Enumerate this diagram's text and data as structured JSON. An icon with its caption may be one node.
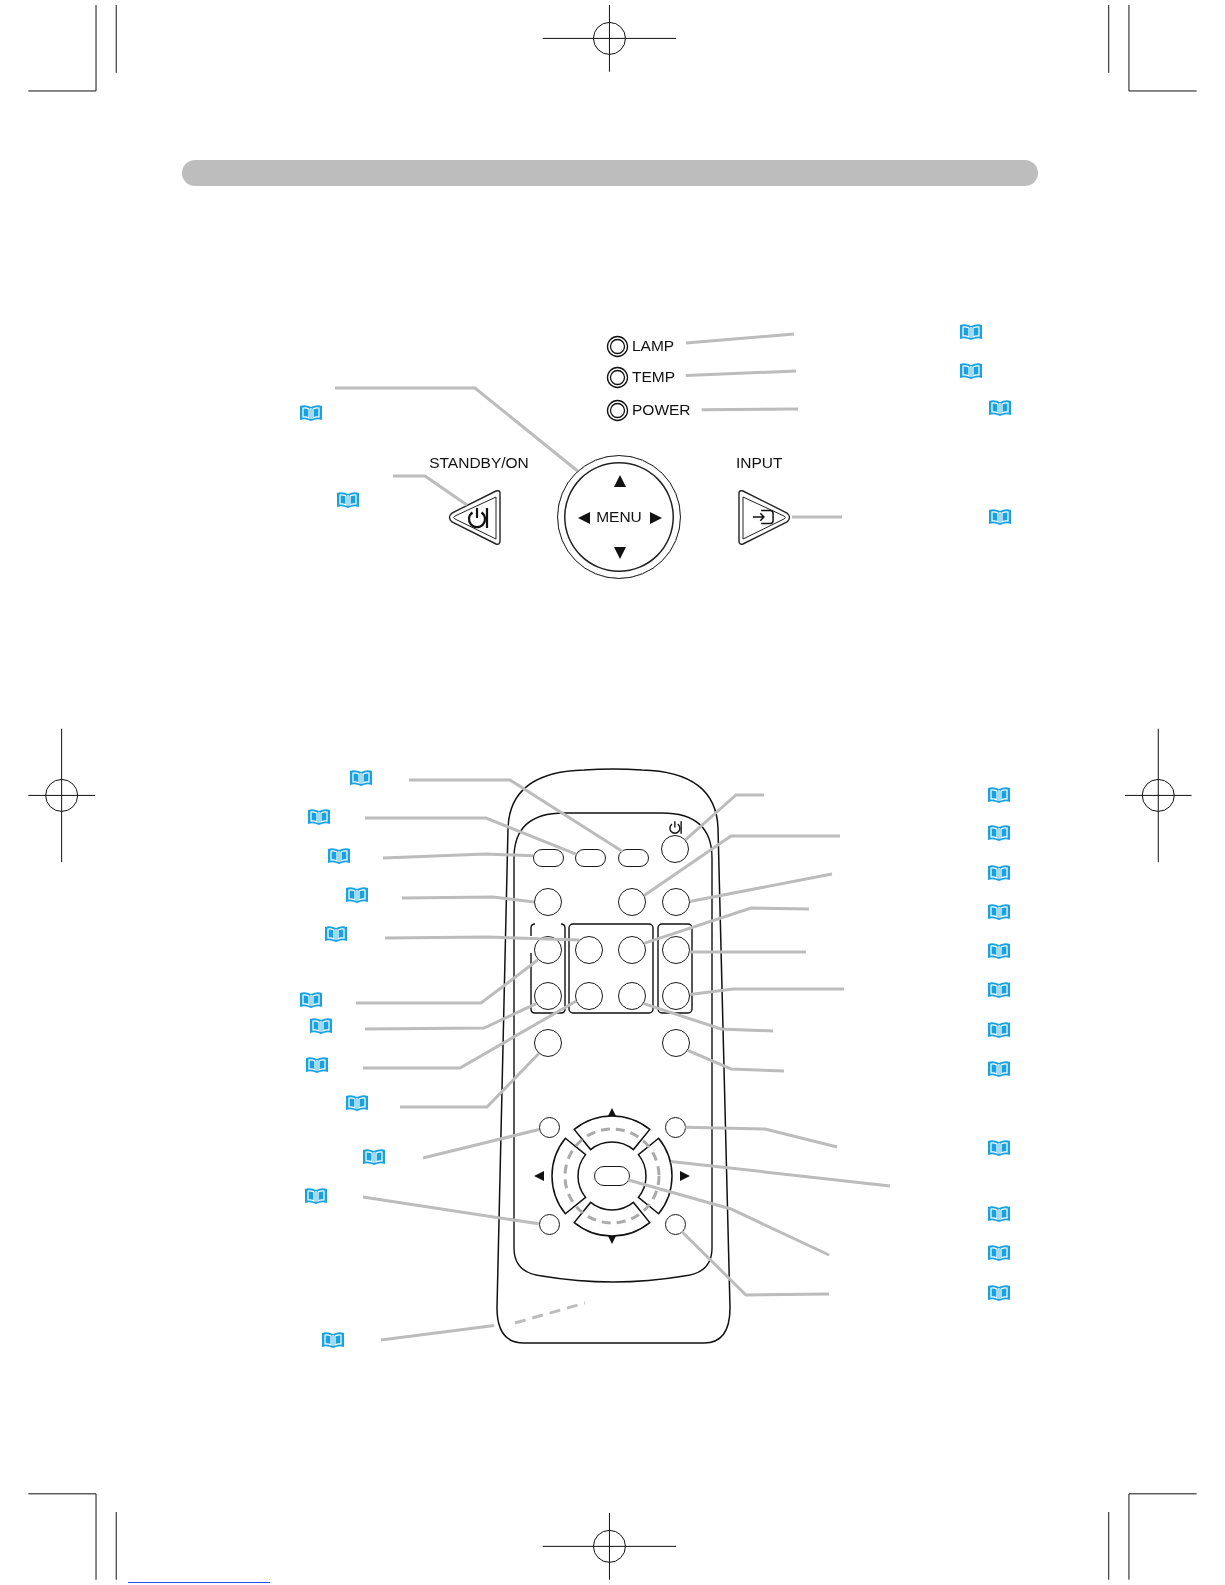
{
  "diagram": {
    "nodes": [
      {
        "text": [
          "LAMP"
        ]
      },
      {
        "text": [
          "TEMP"
        ]
      },
      {
        "text": [
          "POWER"
        ]
      },
      {
        "text": [
          "STANDBY/ON"
        ]
      },
      {
        "text": [
          "MENU"
        ]
      },
      {
        "text": [
          "INPUT"
        ]
      },
      {
        "text": [],
        "shape": "box"
      },
      {
        "text": [],
        "shape": "oval",
        "in": 6
      },
      {
        "text": [],
        "shape": "oval",
        "in": 6
      },
      {
        "text": [],
        "shape": "oval",
        "in": 6
      },
      {
        "text": [],
        "shape": "circle",
        "in": 6
      },
      {
        "text": [],
        "shape": "circle",
        "in": 6
      },
      {
        "text": [],
        "shape": "circle",
        "in": 6
      },
      {
        "text": [],
        "shape": "circle",
        "in": 6
      },
      {
        "text": [],
        "shape": "circle",
        "in": 6
      },
      {
        "text": [],
        "shape": "circle",
        "in": 6
      },
      {
        "text": [],
        "shape": "circle",
        "in": 6
      },
      {
        "text": [],
        "shape": "circle",
        "in": 6
      },
      {
        "text": [],
        "shape": "circle",
        "in": 6
      },
      {
        "text": [],
        "shape": "circle",
        "in": 6
      },
      {
        "text": [],
        "shape": "circle",
        "in": 6
      },
      {
        "text": [],
        "shape": "circle",
        "in": 6
      },
      {
        "text": [],
        "shape": "circle",
        "in": 6
      },
      {
        "text": [],
        "shape": "circle",
        "in": 6
      },
      {
        "text": [],
        "shape": "circle",
        "in": 6
      },
      {
        "text": [],
        "shape": "circle",
        "in": 6
      },
      {
        "text": [],
        "shape": "circle",
        "in": 6
      },
      {
        "text": [],
        "shape": "oval",
        "in": 26
      },
      {
        "text": [],
        "shape": "circle",
        "in": 6
      },
      {
        "text": [],
        "shape": "circle",
        "in": 6
      }
    ],
    "edges": [
      {
        "from": 0,
        "to": null,
        "arrow": "none"
      },
      {
        "from": 1,
        "to": null,
        "arrow": "none"
      },
      {
        "from": 2,
        "to": null,
        "arrow": "none"
      },
      {
        "from": null,
        "to": 4,
        "arrow": "none"
      },
      {
        "from": null,
        "to": 3,
        "arrow": "none"
      },
      {
        "from": null,
        "to": 5,
        "arrow": "none"
      },
      {
        "from": null,
        "to": 9,
        "arrow": "none"
      },
      {
        "from": null,
        "to": 8,
        "arrow": "none"
      },
      {
        "from": null,
        "to": 7,
        "arrow": "none"
      },
      {
        "from": null,
        "to": 11,
        "arrow": "none"
      },
      {
        "from": null,
        "to": 15,
        "arrow": "none"
      },
      {
        "from": null,
        "to": 14,
        "arrow": "none"
      },
      {
        "from": null,
        "to": 18,
        "arrow": "none"
      },
      {
        "from": null,
        "to": 19,
        "arrow": "none"
      },
      {
        "from": null,
        "to": 22,
        "arrow": "none"
      },
      {
        "from": null,
        "to": 24,
        "arrow": "none"
      },
      {
        "from": null,
        "to": 28,
        "arrow": "none"
      },
      {
        "from": null,
        "to": 6,
        "arrow": "none"
      },
      {
        "from": null,
        "to": 10,
        "arrow": "none"
      },
      {
        "from": null,
        "to": 12,
        "arrow": "none"
      },
      {
        "from": null,
        "to": 13,
        "arrow": "none"
      },
      {
        "from": null,
        "to": 16,
        "arrow": "none"
      },
      {
        "from": null,
        "to": 17,
        "arrow": "none"
      },
      {
        "from": null,
        "to": 21,
        "arrow": "none"
      },
      {
        "from": null,
        "to": 20,
        "arrow": "none"
      },
      {
        "from": null,
        "to": 23,
        "arrow": "none"
      },
      {
        "from": null,
        "to": 25,
        "arrow": "none"
      },
      {
        "from": null,
        "to": 26,
        "arrow": "none"
      },
      {
        "from": null,
        "to": 27,
        "arrow": "none"
      },
      {
        "from": null,
        "to": 29,
        "arrow": "none"
      }
    ]
  }
}
